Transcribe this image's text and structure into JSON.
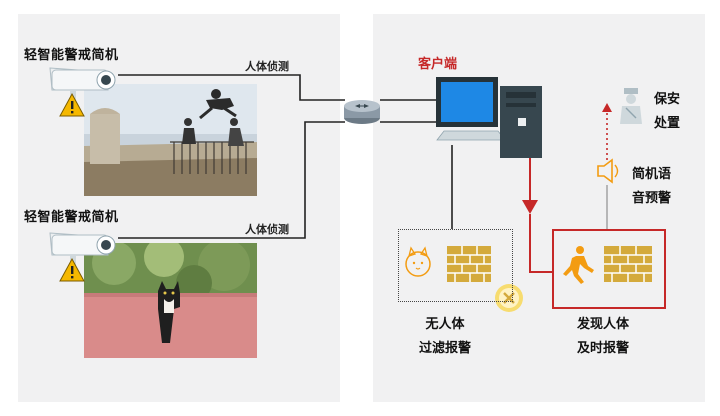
{
  "cameras": [
    {
      "title": "轻智能警戒简机",
      "link_label": "人体侦测"
    },
    {
      "title": "轻智能警戒简机",
      "link_label": "人体侦测"
    }
  ],
  "client": {
    "label": "客户端"
  },
  "security": {
    "label_line1": "保安",
    "label_line2": "处置"
  },
  "voice": {
    "label_line1": "简机语",
    "label_line2": "音预警"
  },
  "outcomes": {
    "no_human": {
      "line1": "无人体",
      "line2": "过滤报警"
    },
    "human": {
      "line1": "发现人体",
      "line2": "及时报警"
    }
  },
  "colors": {
    "accent_red": "#c62828",
    "panel_bg": "#f1f1f2",
    "screen_blue": "#1e88e5",
    "wall_gold": "#d4aa3c",
    "alert_orange": "#f39c12"
  }
}
